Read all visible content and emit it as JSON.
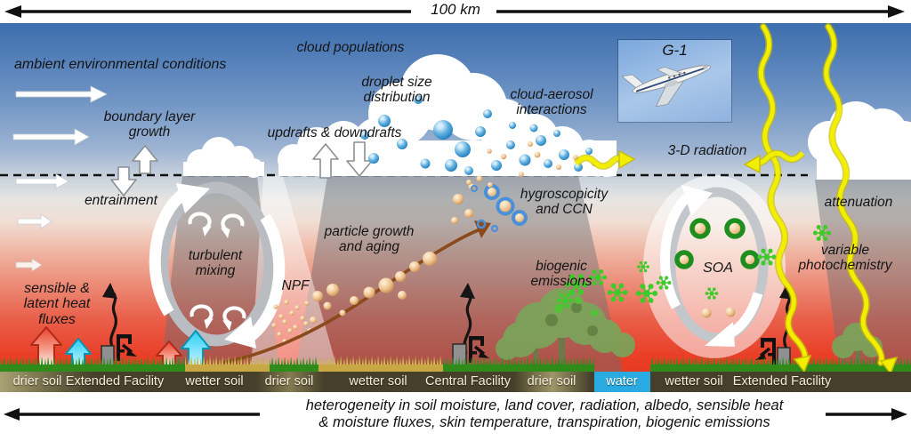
{
  "title": "schematic of boundary-layer / aerosol / cloud interactions over heterogeneous land surface",
  "scale": {
    "top_label": "100 km"
  },
  "labels": {
    "ambient": "ambient environmental conditions",
    "cloud_populations": "cloud populations",
    "droplet_size": "droplet size\ndistribution",
    "cloud_aerosol": "cloud-aerosol\ninteractions",
    "g1": "G-1",
    "boundary_layer": "boundary layer\ngrowth",
    "updrafts": "updrafts & downdrafts",
    "entrainment": "entrainment",
    "radiation_3d": "3-D radiation",
    "turbulent": "turbulent\nmixing",
    "npf": "NPF",
    "particle_growth": "particle growth\nand aging",
    "hygroscopicity": "hygroscopicity\nand CCN",
    "biogenic": "biogenic\nemissions",
    "soa": "SOA",
    "attenuation": "attenuation",
    "photochemistry": "variable\nphotochemistry",
    "heat_fluxes": "sensible &\nlatent heat\nfluxes"
  },
  "ground": {
    "segments": [
      {
        "label": "drier soil"
      },
      {
        "label": "Extended Facility"
      },
      {
        "label": "wetter soil"
      },
      {
        "label": "drier soil"
      },
      {
        "label": "wetter soil"
      },
      {
        "label": "Central Facility"
      },
      {
        "label": "drier soil"
      },
      {
        "label": "water"
      },
      {
        "label": "wetter soil"
      },
      {
        "label": "Extended Facility"
      }
    ]
  },
  "caption": {
    "line1": "heterogeneity in soil moisture, land cover, radiation, albedo, sensible heat",
    "line2": "& moisture fluxes, skin temperature, transpiration, biogenic emissions"
  },
  "colors": {
    "sky_top": "#3d6eae",
    "ground_red": "#e5331a",
    "water": "#29abe2",
    "radiation_yellow": "#f2ee00",
    "soil_dark": "#46402a",
    "soil_light": "#a09a6c",
    "grass_green": "#2f8c1a",
    "grass_dry": "#d8b850",
    "particle_tan": "#e9bd8f",
    "droplet_blue": "#3f9fd8",
    "molecule_green": "#3ecb2a",
    "soa_ring_green": "#1e8e1e",
    "growth_arrow_brown": "#8a4a1c",
    "heat_red": "#e8402c",
    "heat_cyan": "#28d0f5"
  }
}
